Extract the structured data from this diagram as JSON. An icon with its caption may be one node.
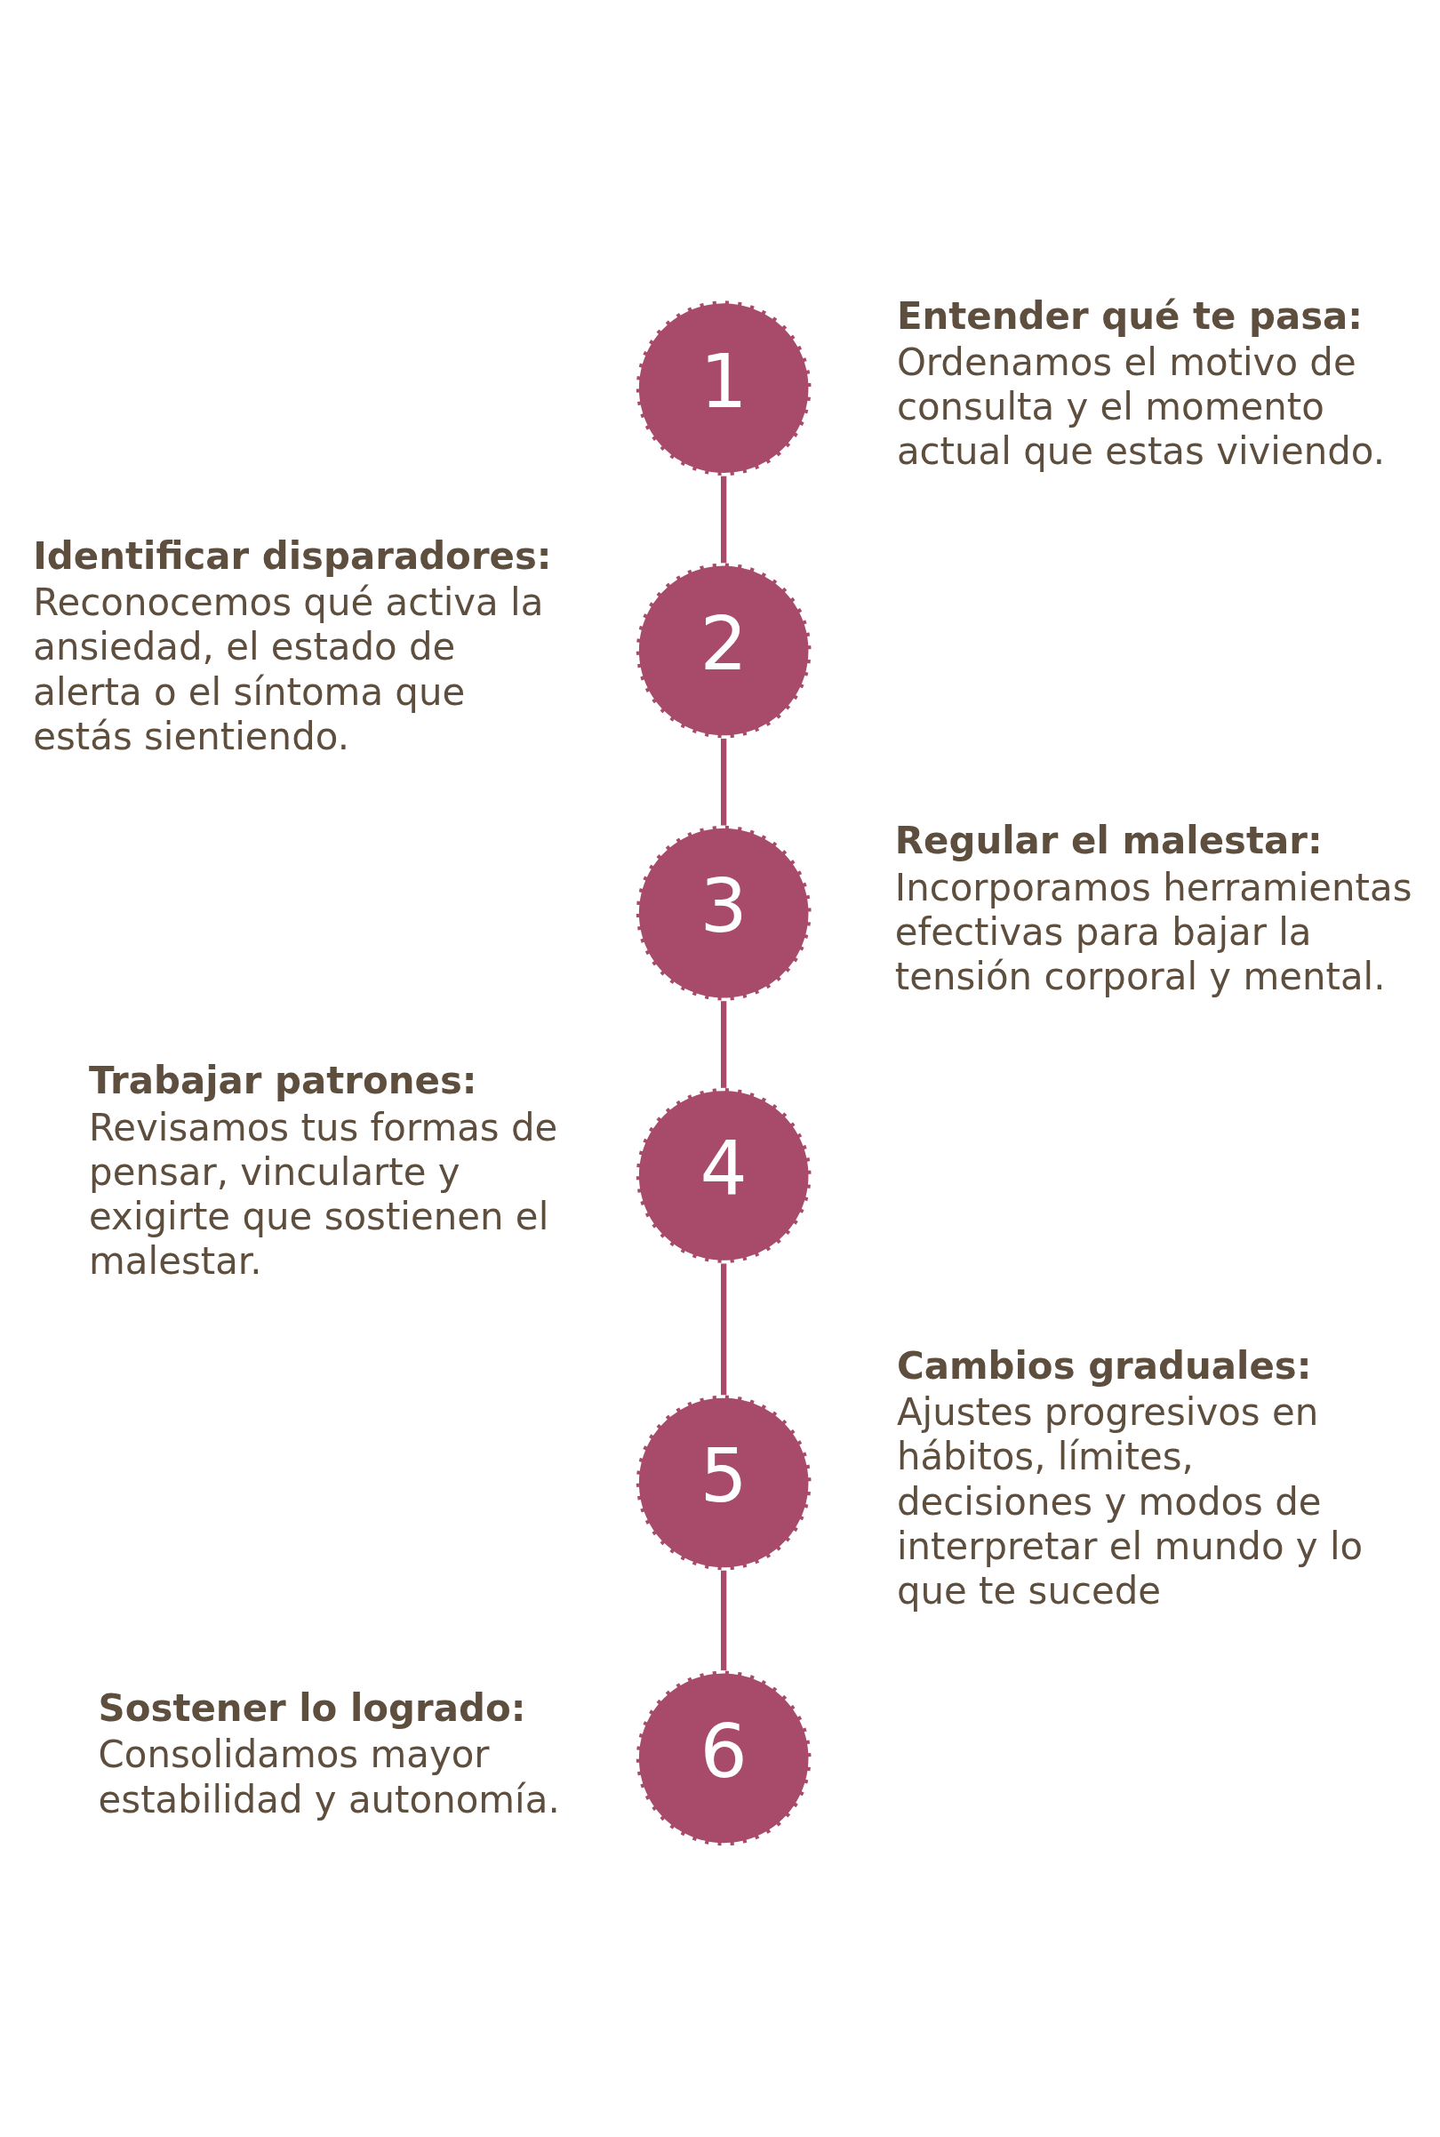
{
  "diagram": {
    "nodes": [
      {
        "text": [
          "1"
        ],
        "beside": [
          "Entender qué te pasa:",
          "Ordenamos el motivo de consulta y el momento actual que estas viviendo."
        ]
      },
      {
        "text": [
          "2"
        ],
        "beside": [
          "Identificar disparadores:",
          "Reconocemos qué activa la ansiedad, el estado de alerta o el síntoma que estás sientiendo."
        ]
      },
      {
        "text": [
          "3"
        ],
        "beside": [
          "Regular el malestar:",
          "Incorporamos herramientas efectivas para bajar la tensión corporal y mental."
        ]
      },
      {
        "text": [
          "4"
        ],
        "beside": [
          "Trabajar patrones:",
          "Revisamos tus formas de pensar, vincularte y exigirte que sostienen el malestar."
        ]
      },
      {
        "text": [
          "5"
        ],
        "beside": [
          "Cambios graduales:",
          "Ajustes progresivos en hábitos, límites, decisiones y modos de interpretar el mundo y lo que te sucede"
        ]
      },
      {
        "text": [
          "6"
        ],
        "beside": [
          "Sostener lo logrado:",
          "Consolidamos mayor estabilidad y autonomía."
        ]
      }
    ],
    "edges": [
      {
        "from": 0,
        "to": 1,
        "arrow": "none"
      },
      {
        "from": 1,
        "to": 2,
        "arrow": "none"
      },
      {
        "from": 2,
        "to": 3,
        "arrow": "none"
      },
      {
        "from": 3,
        "to": 4,
        "arrow": "none"
      },
      {
        "from": 4,
        "to": 5,
        "arrow": "none"
      }
    ]
  }
}
